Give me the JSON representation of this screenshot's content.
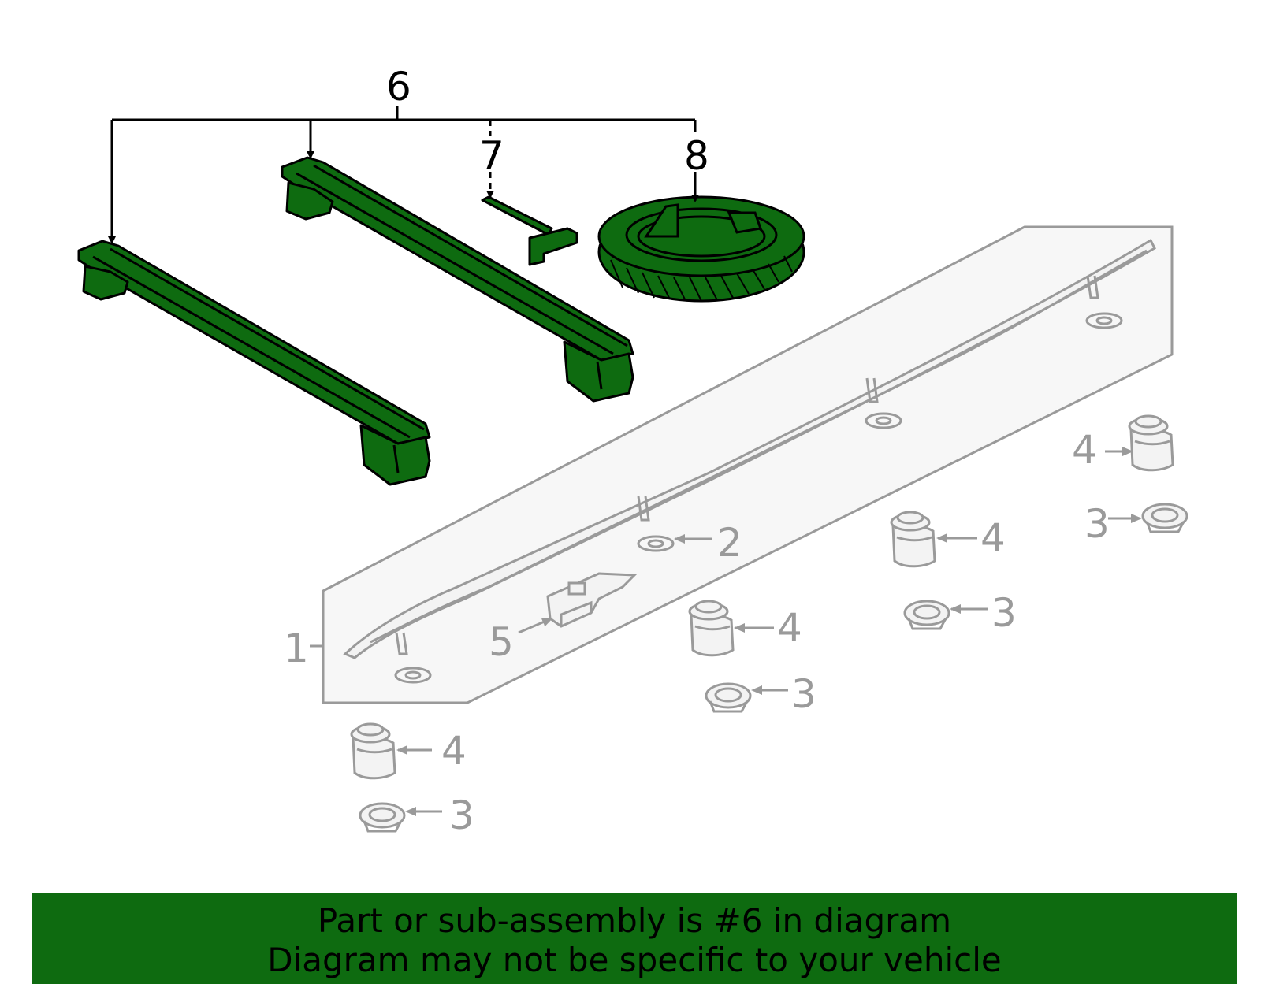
{
  "callouts": {
    "c1": "1",
    "c2": "2",
    "c3": "3",
    "c4": "4",
    "c5": "5",
    "c6": "6",
    "c7": "7",
    "c8": "8"
  },
  "banner": {
    "line1": "Part or sub-assembly is #6 in diagram",
    "line2": "Diagram may not be specific to your vehicle"
  },
  "colors": {
    "highlight": "#0e6b10",
    "part_outline": "#000000",
    "gray_parts": "#9a9a9a"
  }
}
